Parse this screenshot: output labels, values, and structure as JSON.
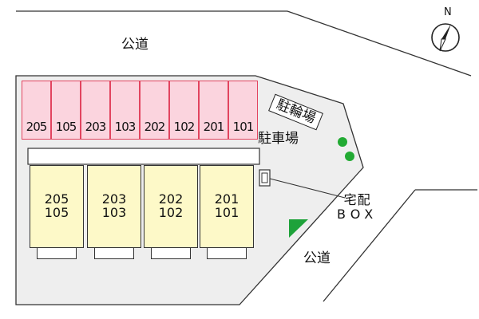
{
  "map": {
    "compass": {
      "label": "N"
    },
    "roads": [
      {
        "label": "公道"
      },
      {
        "label": "公道"
      }
    ],
    "parking_label": "駐車場",
    "bicycle_parking_label": "駐輪場",
    "delivery_box": {
      "line1": "宅配",
      "line2": "BOX"
    },
    "parking_spaces": [
      "205",
      "105",
      "203",
      "103",
      "202",
      "102",
      "201",
      "101"
    ],
    "units": [
      {
        "upper": "205",
        "lower": "105"
      },
      {
        "upper": "203",
        "lower": "103"
      },
      {
        "upper": "202",
        "lower": "102"
      },
      {
        "upper": "201",
        "lower": "101"
      }
    ],
    "colors": {
      "site": "#eeeeee",
      "parking_fill": "#fbd4de",
      "parking_border": "#e2445f",
      "unit_fill": "#fdf9c8",
      "tree": "#22aa33"
    }
  }
}
